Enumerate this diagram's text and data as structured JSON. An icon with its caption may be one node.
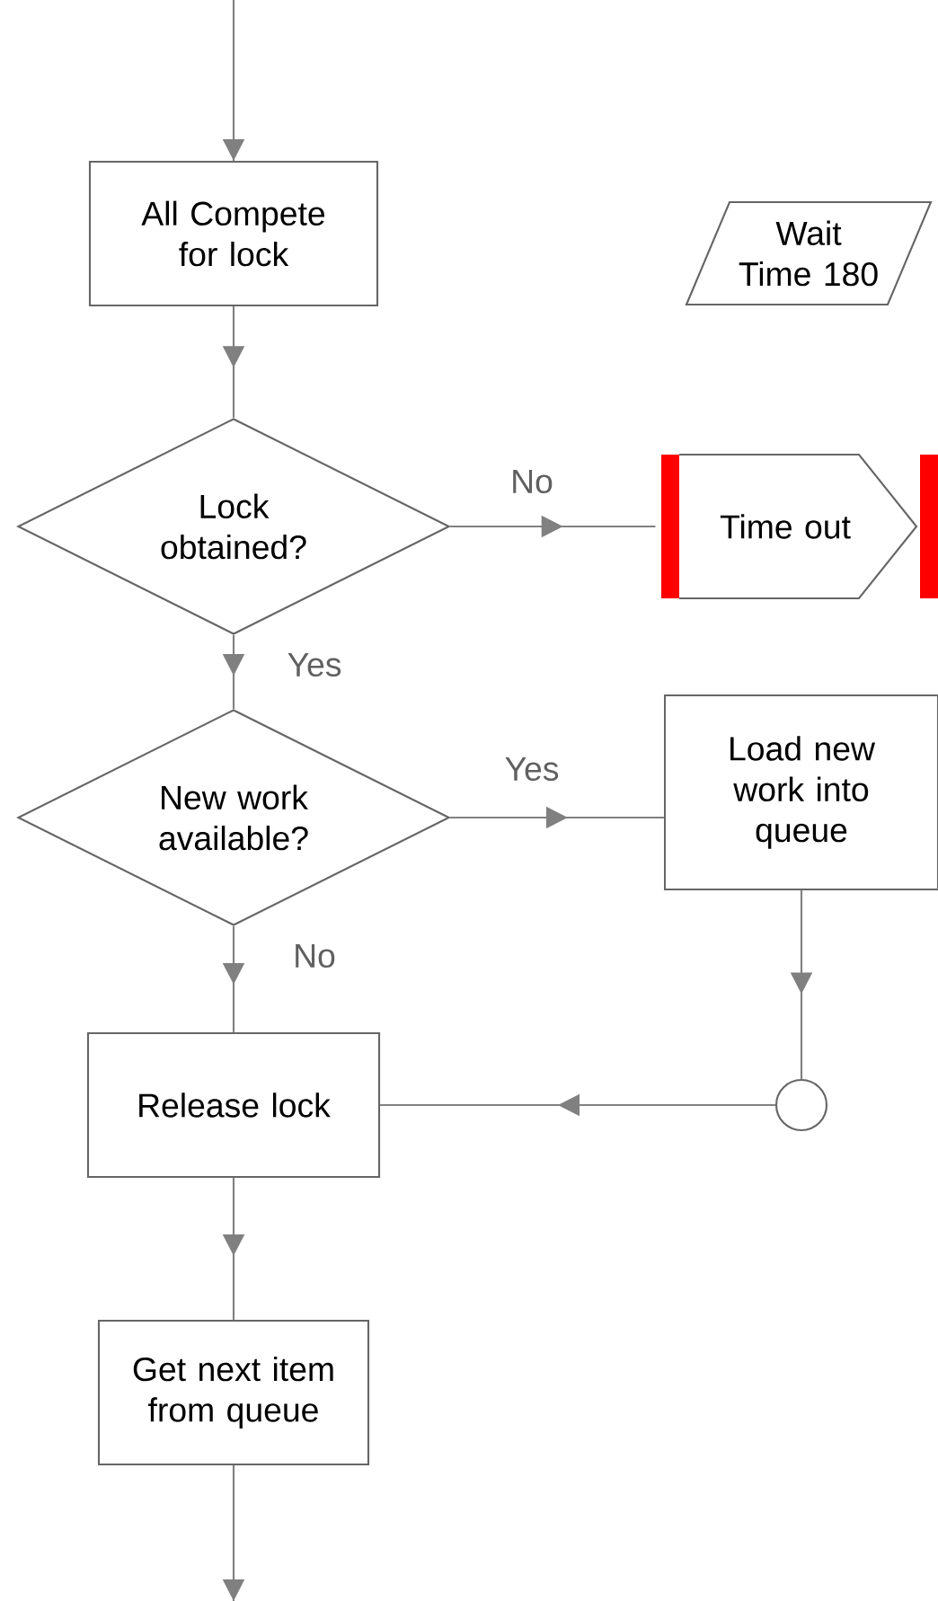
{
  "diagram": {
    "nodes": [
      {
        "text": [
          "All Compete for lock"
        ]
      },
      {
        "text": [
          "Wait Time 180"
        ]
      },
      {
        "text": [
          "Lock obtained?"
        ]
      },
      {
        "text": [
          "Time out"
        ]
      },
      {
        "text": [
          "New work available?"
        ]
      },
      {
        "text": [
          "Load new work into queue"
        ]
      },
      {
        "text": [],
        "shape": "circle"
      },
      {
        "text": [
          "Release lock"
        ]
      },
      {
        "text": [
          "Get next item from queue"
        ]
      }
    ],
    "edges": [
      {
        "from": null,
        "to": 0,
        "arrow": "to"
      },
      {
        "from": 0,
        "to": 2,
        "arrow": "to"
      },
      {
        "from": 2,
        "to": 3,
        "arrow": "to",
        "label": "No"
      },
      {
        "from": 2,
        "to": 4,
        "arrow": "to",
        "label": "Yes"
      },
      {
        "from": 4,
        "to": 5,
        "arrow": "to",
        "label": "Yes"
      },
      {
        "from": 4,
        "to": 7,
        "arrow": "to",
        "label": "No"
      },
      {
        "from": 5,
        "to": 6,
        "arrow": "to"
      },
      {
        "from": 6,
        "to": 7,
        "arrow": "to"
      },
      {
        "from": 7,
        "to": 8,
        "arrow": "to"
      },
      {
        "from": 8,
        "to": null,
        "arrow": "to"
      }
    ]
  }
}
